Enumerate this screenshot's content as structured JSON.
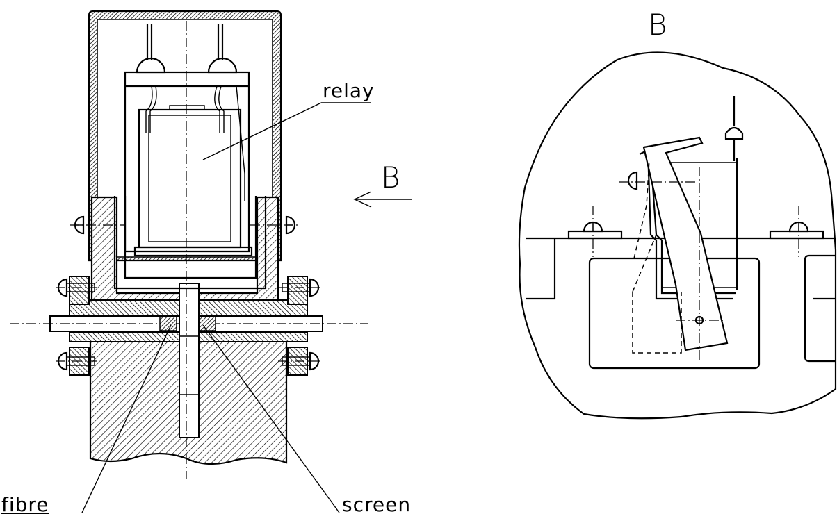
{
  "labels": {
    "relay": "relay",
    "view_arrow": "B",
    "view_title": "B",
    "fibre": "fibre",
    "screen": "screen"
  }
}
